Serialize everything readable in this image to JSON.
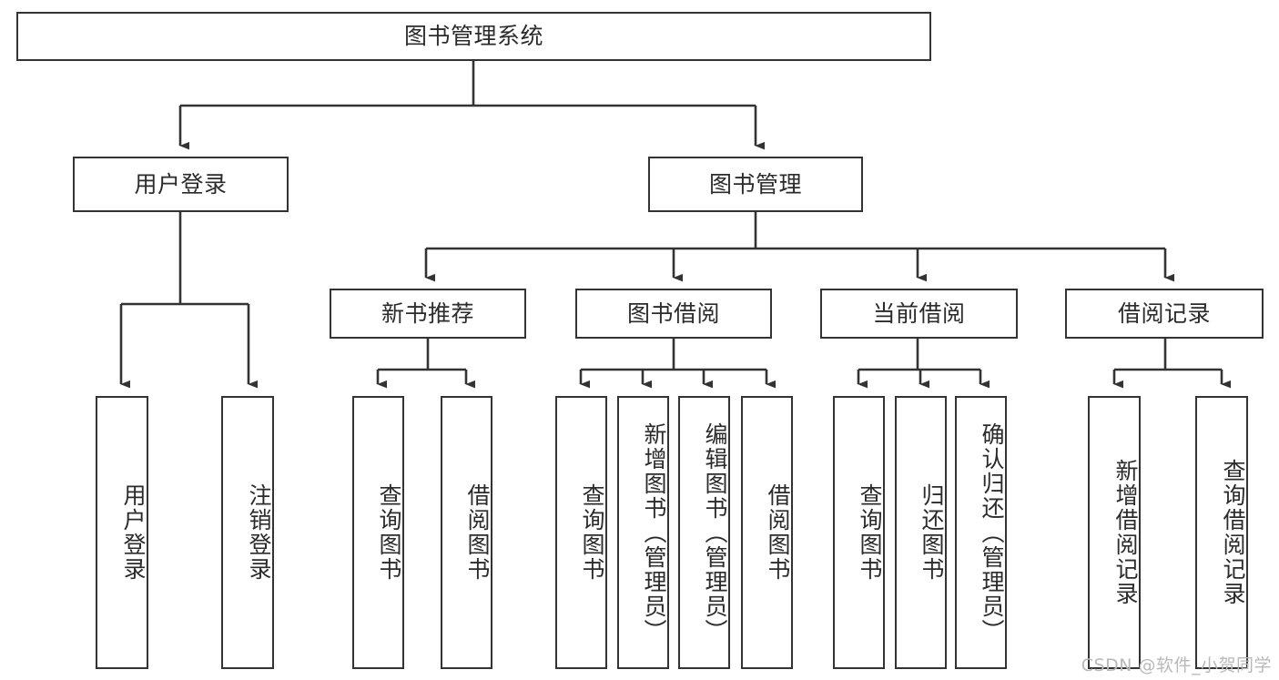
{
  "diagram": {
    "title": "图书管理系统",
    "type": "tree-hierarchy-diagram",
    "colors": {
      "box_border": "#333333",
      "box_fill": "#ffffff",
      "text": "#2b2b2b",
      "connector": "#333333",
      "watermark": "#b9b9b9",
      "background": "#ffffff"
    },
    "root": {
      "label": "图书管理系统"
    },
    "level2": [
      {
        "label": "用户登录"
      },
      {
        "label": "图书管理"
      }
    ],
    "level3": [
      {
        "label": "新书推荐"
      },
      {
        "label": "图书借阅"
      },
      {
        "label": "当前借阅"
      },
      {
        "label": "借阅记录"
      }
    ],
    "leaves": {
      "user_login": [
        {
          "label": "用户登录"
        },
        {
          "label": "注销登录"
        }
      ],
      "new_book_recommend": [
        {
          "label": "查询图书"
        },
        {
          "label": "借阅图书"
        }
      ],
      "book_borrow": [
        {
          "label": "查询图书"
        },
        {
          "label": "新增图书（管理员）"
        },
        {
          "label": "编辑图书（管理员）"
        },
        {
          "label": "借阅图书"
        }
      ],
      "current_borrow": [
        {
          "label": "查询图书"
        },
        {
          "label": "归还图书"
        },
        {
          "label": "确认归还（管理员）"
        }
      ],
      "borrow_record": [
        {
          "label": "新增借阅记录"
        },
        {
          "label": "查询借阅记录"
        }
      ]
    }
  },
  "watermark": {
    "text": "CSDN @软件_小贺同学"
  }
}
